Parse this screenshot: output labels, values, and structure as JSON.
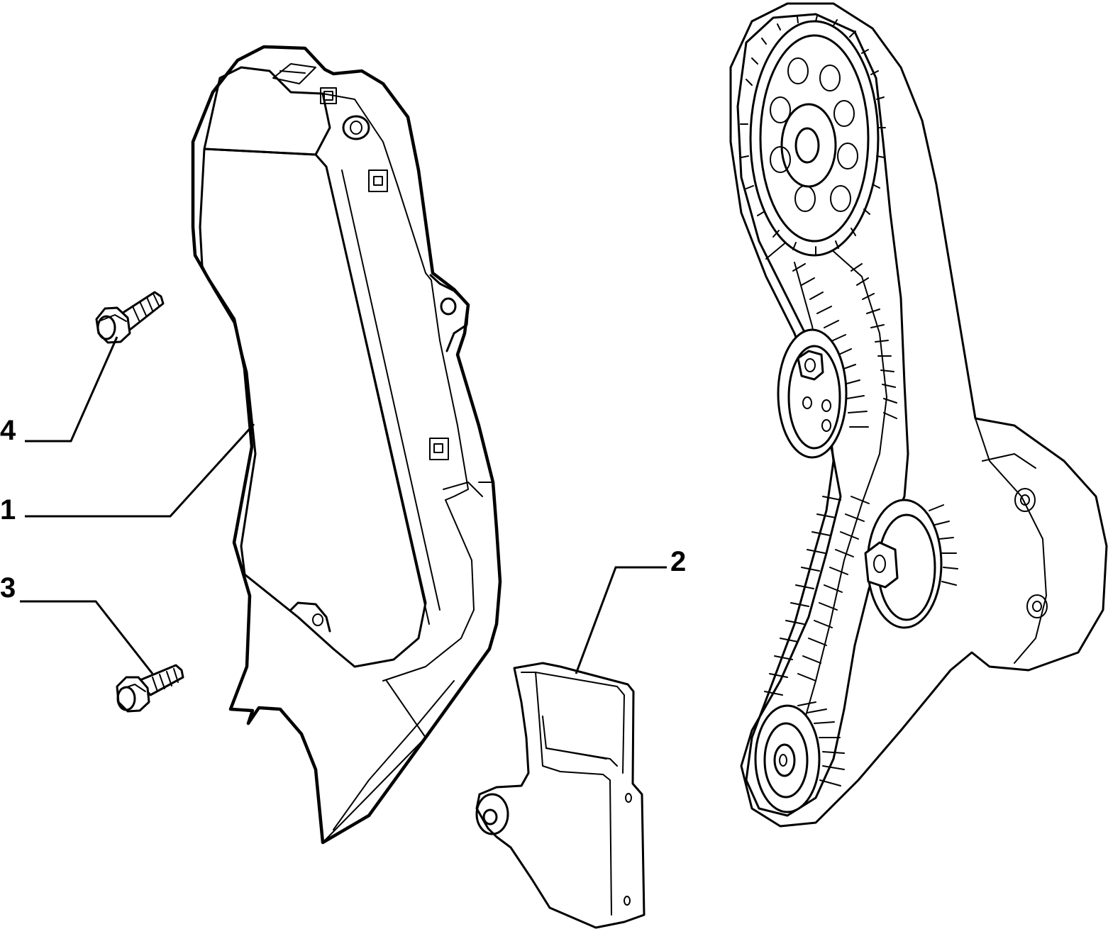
{
  "callouts": [
    {
      "id": "1",
      "label": "1"
    },
    {
      "id": "2",
      "label": "2"
    },
    {
      "id": "3",
      "label": "3"
    },
    {
      "id": "4",
      "label": "4"
    }
  ],
  "icons": [
    "timing-cover-outer",
    "timing-cover-lower",
    "screw",
    "timing-belt-assembly"
  ],
  "colors": {
    "ink": "#000000",
    "paper": "#ffffff"
  }
}
